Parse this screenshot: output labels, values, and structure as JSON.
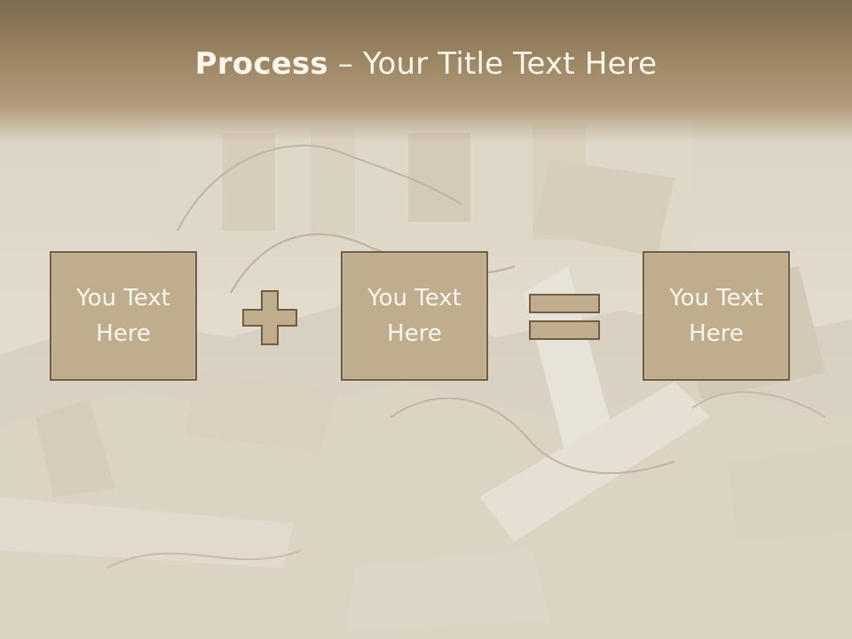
{
  "slide": {
    "title_bold": "Process",
    "title_dash": " – ",
    "title_rest": "Your Title Text Here",
    "boxes": [
      {
        "text": "You Text Here"
      },
      {
        "text": "You Text Here"
      },
      {
        "text": "You Text Here"
      }
    ],
    "operators": [
      "plus-icon",
      "equals-icon"
    ]
  },
  "colors": {
    "header": "#8f7a59",
    "box_fill": "#c0ad8d",
    "box_border": "#6f5e45",
    "text_light": "#fbf6ec"
  }
}
